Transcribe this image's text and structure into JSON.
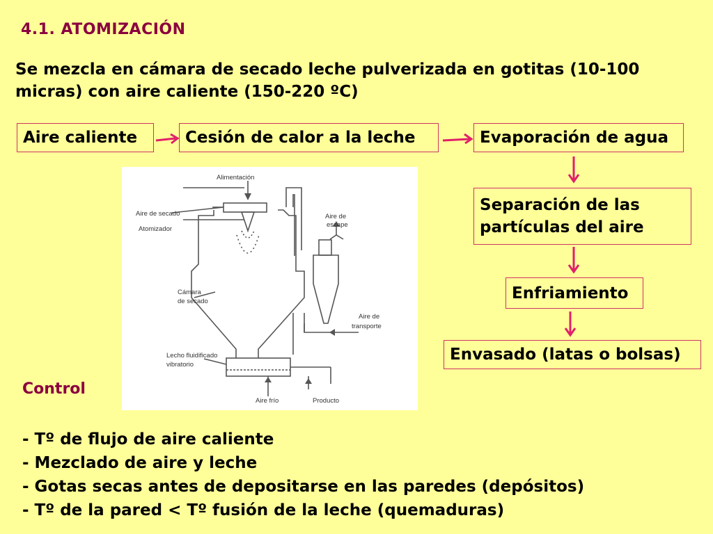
{
  "title": "4.1. ATOMIZACIÓN",
  "intro": "Se mezcla en cámara de secado leche pulverizada en gotitas (10-100 micras) con aire caliente (150-220 ºC)",
  "flow": {
    "step1": "Aire caliente",
    "step2": "Cesión de calor a la leche",
    "step3": "Evaporación de agua",
    "step4": "Separación de las partículas del aire",
    "step5": "Enfriamiento",
    "step6": "Envasado (latas o bolsas)"
  },
  "figure": {
    "alimentacion": "Alimentación",
    "aire_secado": "Aire de secado",
    "atomizador": "Atomizador",
    "aire_escape_1": "Aire de",
    "aire_escape_2": "escape",
    "camara_1": "Cámara",
    "camara_2": "de secado",
    "aire_transporte_1": "Aire de",
    "aire_transporte_2": "transporte",
    "lecho_1": "Lecho fluidificado",
    "lecho_2": "vibratorio",
    "aire_frio": "Aire frío",
    "producto": "Producto"
  },
  "control": {
    "title": "Control",
    "items": [
      "- Tº de flujo de aire caliente",
      "- Mezclado de aire y leche",
      "- Gotas secas antes de depositarse en las paredes (depósitos)",
      "- Tº de la pared < Tº fusión de la leche (quemaduras)"
    ]
  },
  "colors": {
    "accent": "#8b0040",
    "arrow": "#e0206a",
    "background": "#ffff99",
    "box_border": "#cc3366"
  }
}
